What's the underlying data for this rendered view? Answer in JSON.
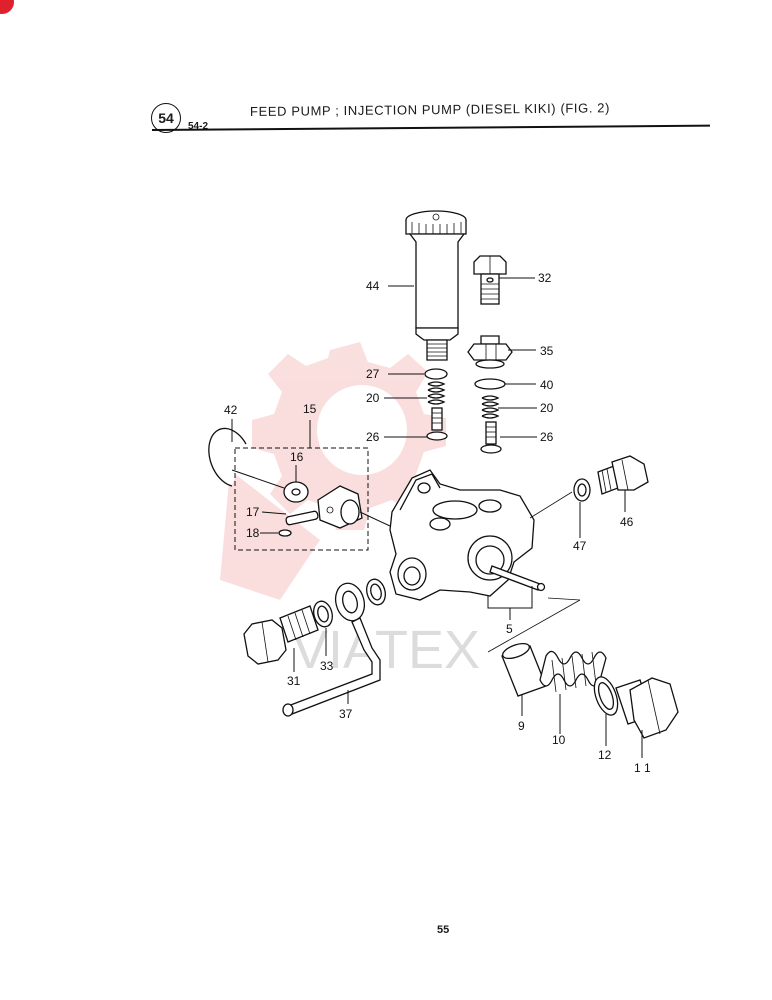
{
  "header": {
    "section_number": "54",
    "sub_number": "54-2",
    "title": "FEED PUMP ; INJECTION PUMP (DIESEL KIKI) (FIG. 2)"
  },
  "diagram": {
    "watermark_text": "VIATEX",
    "watermark_color": "#f3b7b7",
    "callouts": {
      "c44": "44",
      "c32": "32",
      "c35": "35",
      "c27": "27",
      "c40": "40",
      "c20a": "20",
      "c20b": "20",
      "c26a": "26",
      "c26b": "26",
      "c42": "42",
      "c15": "15",
      "c16": "16",
      "c17": "17",
      "c18": "18",
      "c46": "46",
      "c47": "47",
      "c5": "5",
      "c31": "31",
      "c33": "33",
      "c37": "37",
      "c9": "9",
      "c10": "10",
      "c12": "12",
      "c11": "1 1"
    }
  },
  "footer": {
    "page_number": "55"
  }
}
